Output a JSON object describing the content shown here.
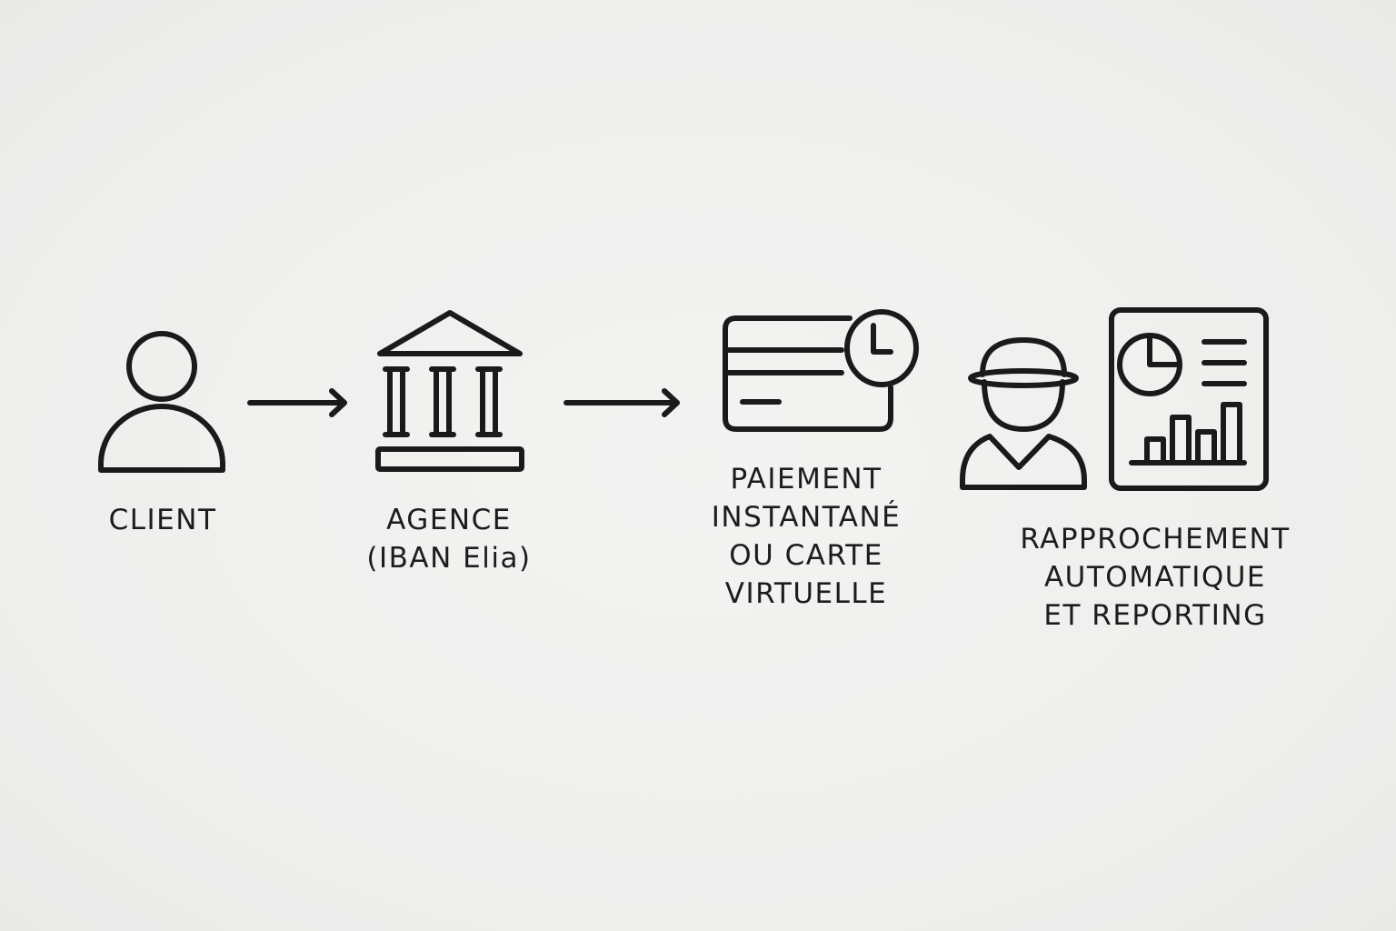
{
  "diagram": {
    "steps": [
      {
        "icon": "person-icon",
        "label_lines": [
          "CLIENT"
        ]
      },
      {
        "icon": "bank-icon",
        "label_lines": [
          "AGENCE",
          "(IBAN Elia)"
        ]
      },
      {
        "icon": "credit-card-clock-icon",
        "label_lines": [
          "PAIEMENT",
          "INSTANTANÉ",
          "OU CARTE",
          "VIRTUELLE"
        ]
      },
      {
        "icon": "person-hat-report-icon",
        "label_lines": [
          "RAPPROCHEMENT",
          "AUTOMATIQUE",
          "ET REPORTING"
        ]
      }
    ],
    "connectors": [
      {
        "from": "CLIENT",
        "to": "AGENCE (IBAN Elia)",
        "icon": "arrow-right-icon"
      },
      {
        "from": "AGENCE (IBAN Elia)",
        "to": "PAIEMENT INSTANTANÉ OU CARTE VIRTUELLE",
        "icon": "arrow-right-icon"
      }
    ],
    "colors": {
      "stroke": "#1a1a1a",
      "background": "#f0f0ef"
    }
  }
}
